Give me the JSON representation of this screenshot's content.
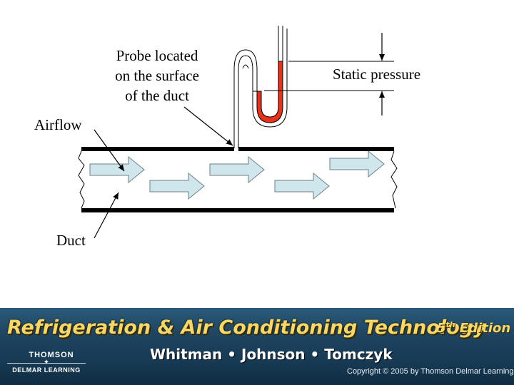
{
  "diagram": {
    "probe_label_lines": [
      "Probe located",
      "on the surface",
      "of the duct"
    ],
    "static_label": "Static pressure",
    "airflow_label": "Airflow",
    "duct_label": "Duct"
  },
  "banner": {
    "title": "Refrigeration & Air Conditioning Technology",
    "edition_number": "5",
    "edition_suffix": "th",
    "edition_word": " Edition",
    "authors": "Whitman • Johnson • Tomczyk",
    "publisher_top": "THOMSON",
    "publisher_bottom": "DELMAR LEARNING",
    "copyright": "Copyright © 2005 by Thomson Delmar Learning"
  },
  "colors": {
    "fluid": "#e8321b",
    "arrow_fill": "#cfe6ec",
    "duct_wall": "#000000",
    "banner_text": "#f6d86a"
  }
}
